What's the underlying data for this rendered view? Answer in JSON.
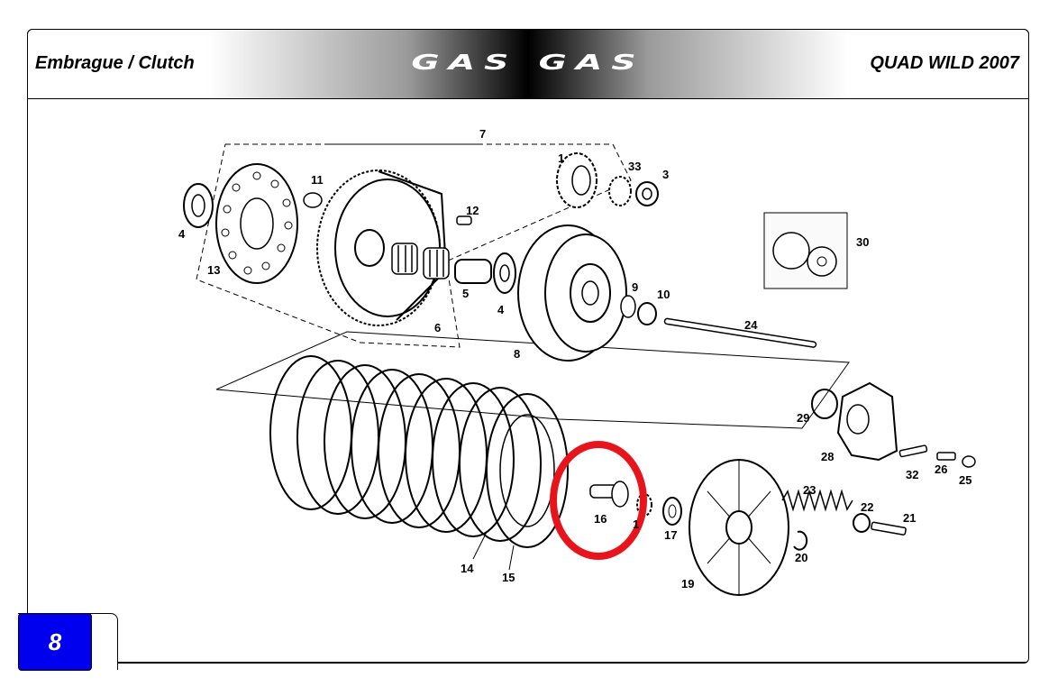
{
  "header": {
    "left_title": "Embrague / Clutch",
    "brand": "GAS GAS",
    "right_title": "QUAD WILD 2007"
  },
  "page_number": "8",
  "highlight_color": "#e8141c",
  "badge_color": "#0000ee",
  "parts": [
    {
      "label": "1"
    },
    {
      "label": "1"
    },
    {
      "label": "3"
    },
    {
      "label": "4"
    },
    {
      "label": "4"
    },
    {
      "label": "5"
    },
    {
      "label": "6"
    },
    {
      "label": "7"
    },
    {
      "label": "8"
    },
    {
      "label": "9"
    },
    {
      "label": "10"
    },
    {
      "label": "11"
    },
    {
      "label": "12"
    },
    {
      "label": "13"
    },
    {
      "label": "14"
    },
    {
      "label": "15"
    },
    {
      "label": "16"
    },
    {
      "label": "17"
    },
    {
      "label": "19"
    },
    {
      "label": "20"
    },
    {
      "label": "21"
    },
    {
      "label": "22"
    },
    {
      "label": "23"
    },
    {
      "label": "24"
    },
    {
      "label": "25"
    },
    {
      "label": "26"
    },
    {
      "label": "28"
    },
    {
      "label": "29"
    },
    {
      "label": "30"
    },
    {
      "label": "32"
    },
    {
      "label": "33"
    }
  ]
}
